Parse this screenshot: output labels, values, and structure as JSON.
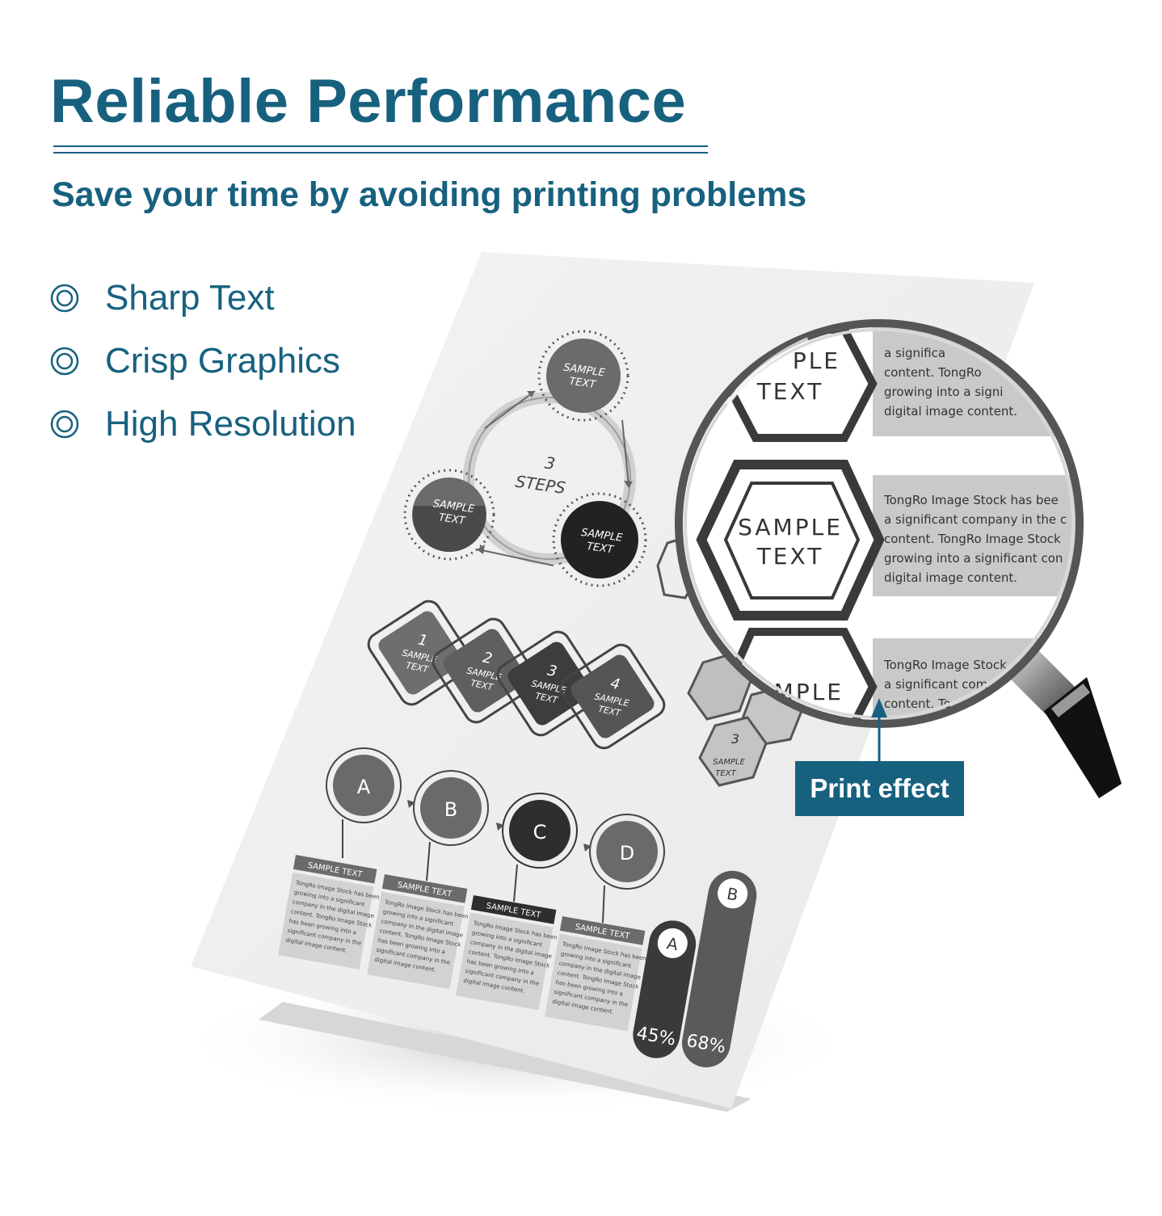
{
  "header": {
    "title": "Reliable Performance",
    "subtitle": "Save your time by avoiding printing problems"
  },
  "features": [
    {
      "icon": "double-circle-icon",
      "label": "Sharp Text"
    },
    {
      "icon": "double-circle-icon",
      "label": "Crisp Graphics"
    },
    {
      "icon": "double-circle-icon",
      "label": "High Resolution"
    }
  ],
  "sheet": {
    "steps_cycle": {
      "center_number": "3",
      "center_word": "STEPS",
      "node_line1": "SAMPLE",
      "node_line2": "TEXT"
    },
    "diamonds": [
      {
        "number": "1",
        "line1": "SAMPLE",
        "line2": "TEXT"
      },
      {
        "number": "2",
        "line1": "SAMPLE",
        "line2": "TEXT"
      },
      {
        "number": "3",
        "line1": "SAMPLE",
        "line2": "TEXT"
      },
      {
        "number": "4",
        "line1": "SAMPLE",
        "line2": "TEXT"
      }
    ],
    "hexagons": [
      {
        "number": "3",
        "line1": "SAMPLE",
        "line2": "TEXT"
      }
    ],
    "circles": [
      {
        "letter": "A"
      },
      {
        "letter": "B"
      },
      {
        "letter": "C"
      },
      {
        "letter": "D"
      }
    ],
    "text_boxes": [
      {
        "heading": "SAMPLE TEXT",
        "lines": [
          "TongRo Image Stock has been",
          "growing into a significant",
          "company in the digital image",
          "content. TongRo Image Stock",
          "has been growing into a",
          "significant company in the",
          "digital image content."
        ]
      },
      {
        "heading": "SAMPLE TEXT",
        "lines": [
          "TongRo Image Stock has been",
          "growing into a significant",
          "company in the digital image",
          "content. TongRo Image Stock",
          "has been growing into a",
          "significant company in the",
          "digital image content."
        ]
      },
      {
        "heading": "SAMPLE TEXT",
        "lines": [
          "TongRo Image Stock has been",
          "growing into a significant",
          "company in the digital image",
          "content. TongRo Image Stock",
          "has been growing into a",
          "significant company in the",
          "digital image content."
        ]
      },
      {
        "heading": "SAMPLE TEXT",
        "lines": [
          "TongRo Image Stock has been",
          "growing into a significant",
          "company in the digital image",
          "content. TongRo Image Stock",
          "has been growing into a",
          "significant company in the",
          "digital image content."
        ]
      }
    ],
    "bars": [
      {
        "letter": "A",
        "label": "45%",
        "value": 45
      },
      {
        "letter": "B",
        "label": "68%",
        "value": 68
      }
    ]
  },
  "magnifier": {
    "hex_top_line1": "PLE",
    "hex_top_line2": "TEXT",
    "hex_mid_line1": "SAMPLE",
    "hex_mid_line2": "TEXT",
    "hex_bottom_line1": "MPLE",
    "text_top": [
      "a significa",
      "content. TongRo",
      "growing into a signi",
      "digital image content."
    ],
    "text_mid": [
      "TongRo Image Stock has bee",
      "a significant company in the c",
      "content. TongRo Image Stock",
      "growing into a significant con",
      "digital image content."
    ],
    "text_bottom": [
      "TongRo Image Stock",
      "a significant com",
      "content. To"
    ],
    "callout_label": "Print effect"
  },
  "colors": {
    "brand_blue": "#17617f",
    "dark_grey": "#3a3a3a",
    "mid_grey": "#5c5c5c",
    "light_grey": "#c8c8c8"
  }
}
